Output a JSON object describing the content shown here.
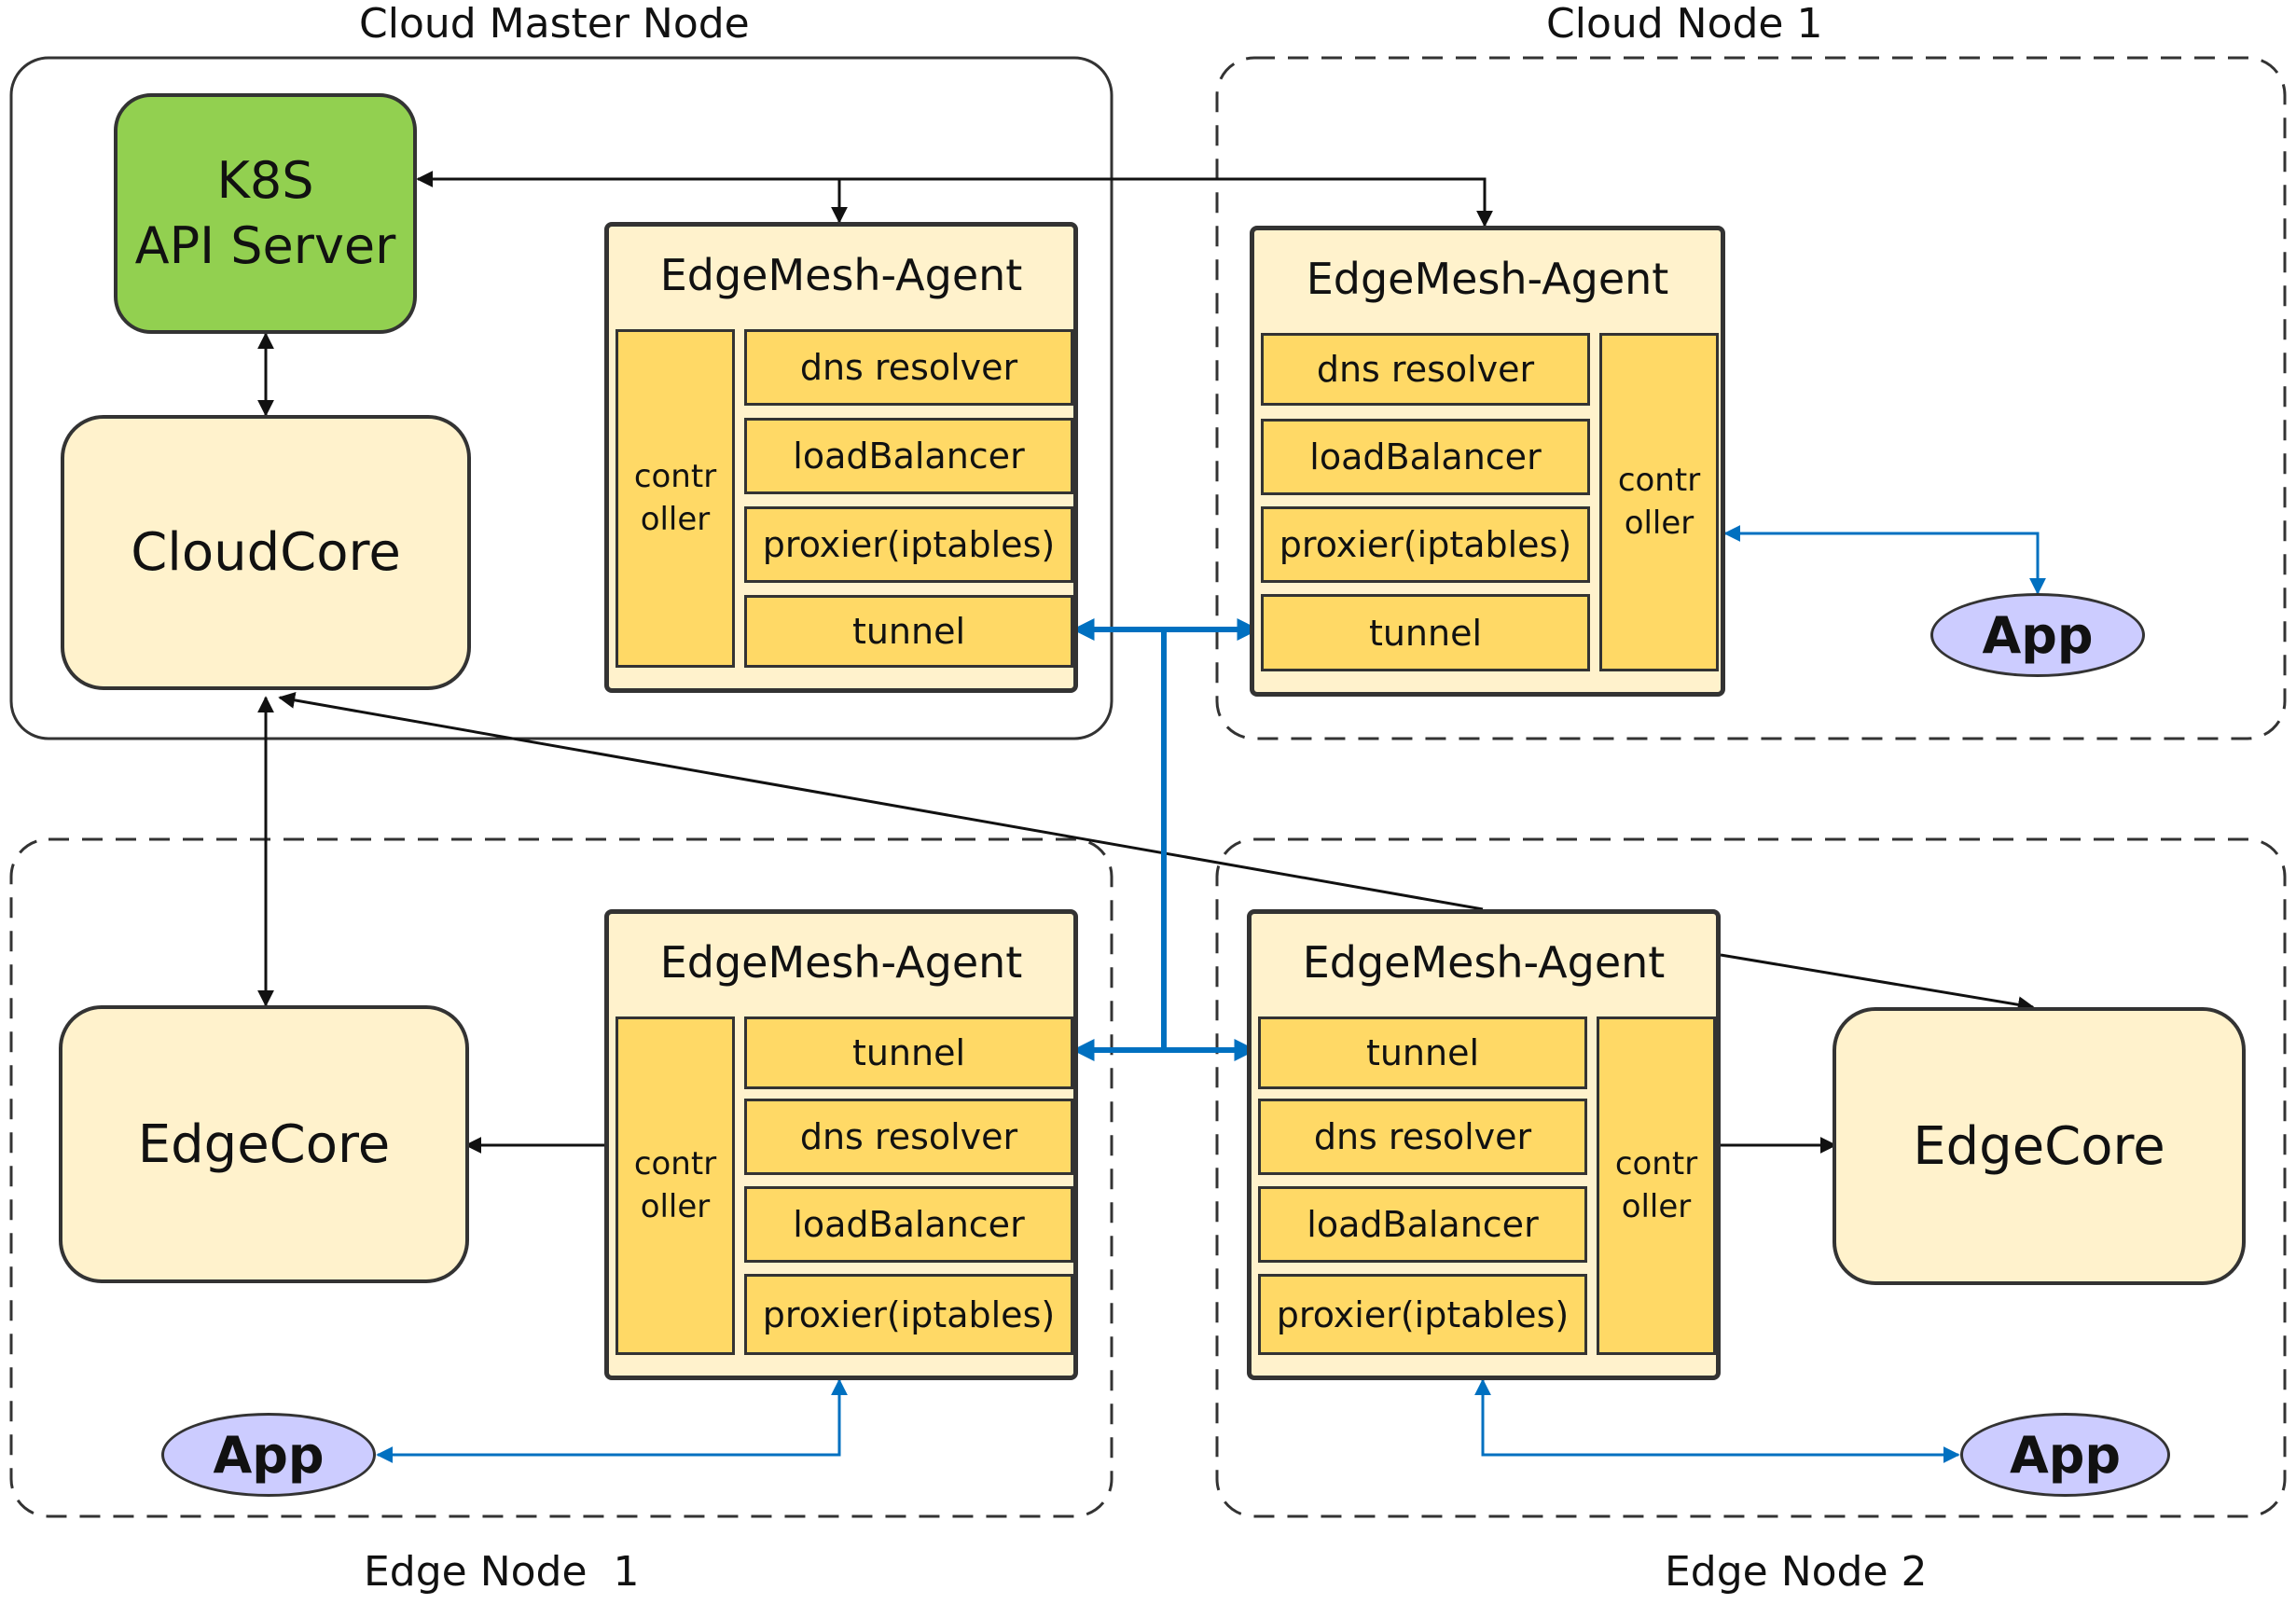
{
  "regions": {
    "cloud_master": "Cloud Master Node",
    "cloud_node_1": "Cloud Node 1",
    "edge_node_1": "Edge Node  1",
    "edge_node_2": "Edge Node 2"
  },
  "k8s": {
    "line1": "K8S",
    "line2": "API Server"
  },
  "cloudcore": "CloudCore",
  "edgecore": "EdgeCore",
  "app": "App",
  "agent": {
    "title": "EdgeMesh-Agent",
    "controller_line1": "contr",
    "controller_line2": "oller",
    "dns": "dns resolver",
    "lb": "loadBalancer",
    "proxier": "proxier(iptables)",
    "tunnel": "tunnel"
  },
  "colors": {
    "k8s": "#92d050",
    "core": "#fff2cc",
    "module": "#ffd966",
    "app": "#ccccff",
    "tunnel_link": "#0070c0",
    "border": "#333333"
  }
}
